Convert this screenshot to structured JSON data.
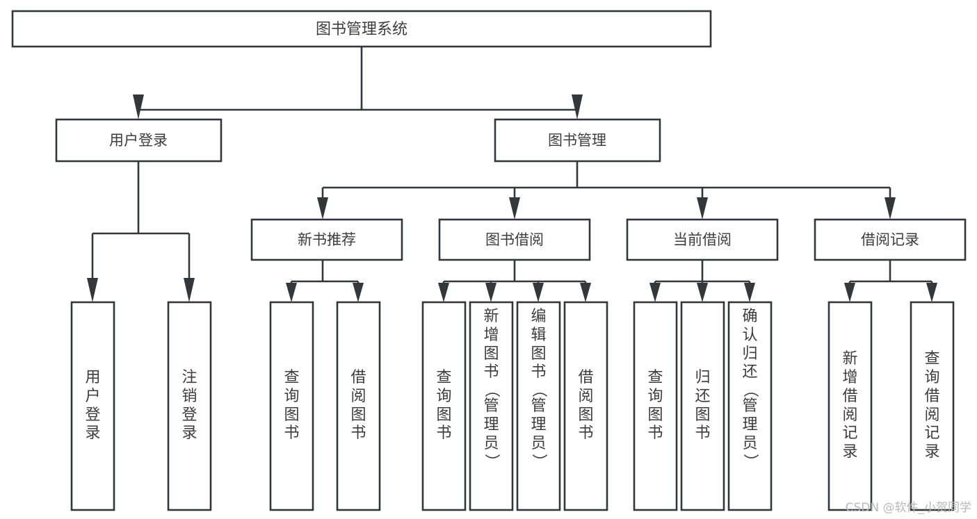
{
  "diagram": {
    "title": "图书管理系统",
    "type": "hierarchy-tree",
    "colors": {
      "stroke": "#32373b",
      "box_fill": "#ffffff",
      "text": "#3c3c3c",
      "background": "#ffffff",
      "watermark": "#b8b8b8"
    },
    "root": {
      "label": "图书管理系统"
    },
    "level2": [
      {
        "label": "用户登录"
      },
      {
        "label": "图书管理"
      }
    ],
    "level3": [
      {
        "label": "新书推荐"
      },
      {
        "label": "图书借阅"
      },
      {
        "label": "当前借阅"
      },
      {
        "label": "借阅记录"
      }
    ],
    "leaves": {
      "user_login": [
        {
          "label": "用户登录",
          "chars": [
            "用",
            "户",
            "登",
            "录"
          ]
        },
        {
          "label": "注销登录",
          "chars": [
            "注",
            "销",
            "登",
            "录"
          ]
        }
      ],
      "new_book_recommend": [
        {
          "label": "查询图书",
          "chars": [
            "查",
            "询",
            "图",
            "书"
          ]
        },
        {
          "label": "借阅图书",
          "chars": [
            "借",
            "阅",
            "图",
            "书"
          ]
        }
      ],
      "book_borrow": [
        {
          "label": "查询图书",
          "chars": [
            "查",
            "询",
            "图",
            "书"
          ]
        },
        {
          "label": "新增图书（管理员）",
          "chars": [
            "新",
            "增",
            "图",
            "书",
            "（",
            "管",
            "理",
            "员",
            "）"
          ]
        },
        {
          "label": "编辑图书（管理员）",
          "chars": [
            "编",
            "辑",
            "图",
            "书",
            "（",
            "管",
            "理",
            "员",
            "）"
          ]
        },
        {
          "label": "借阅图书",
          "chars": [
            "借",
            "阅",
            "图",
            "书"
          ]
        }
      ],
      "current_borrow": [
        {
          "label": "查询图书",
          "chars": [
            "查",
            "询",
            "图",
            "书"
          ]
        },
        {
          "label": "归还图书",
          "chars": [
            "归",
            "还",
            "图",
            "书"
          ]
        },
        {
          "label": "确认归还（管理员）",
          "chars": [
            "确",
            "认",
            "归",
            "还",
            "（",
            "管",
            "理",
            "员",
            "）"
          ]
        }
      ],
      "borrow_record": [
        {
          "label": "新增借阅记录",
          "chars": [
            "新",
            "增",
            "借",
            "阅",
            "记",
            "录"
          ]
        },
        {
          "label": "查询借阅记录",
          "chars": [
            "查",
            "询",
            "借",
            "阅",
            "记",
            "录"
          ]
        }
      ]
    },
    "watermark": "CSDN @软件_小贺同学"
  }
}
